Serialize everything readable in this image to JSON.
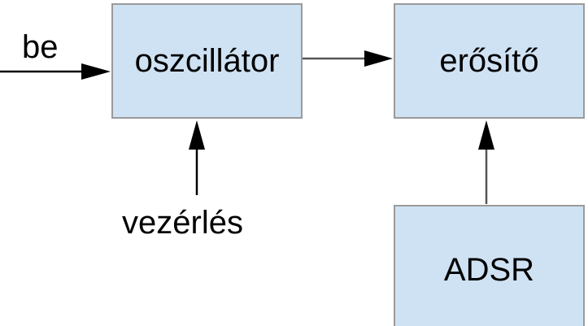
{
  "diagram": {
    "blocks": {
      "oscillator": "oszcillátor",
      "amplifier": "erősítő",
      "envelope": "ADSR"
    },
    "labels": {
      "input": "be",
      "control": "vezérlés"
    },
    "connections": [
      {
        "from": "input",
        "to": "oscillator"
      },
      {
        "from": "control",
        "to": "oscillator"
      },
      {
        "from": "oscillator",
        "to": "amplifier"
      },
      {
        "from": "envelope",
        "to": "amplifier"
      }
    ],
    "colors": {
      "block_fill": "#cfe2f3",
      "block_border": "#9a9a9a",
      "arrow": "#000000",
      "connector_gray": "#555555"
    }
  }
}
